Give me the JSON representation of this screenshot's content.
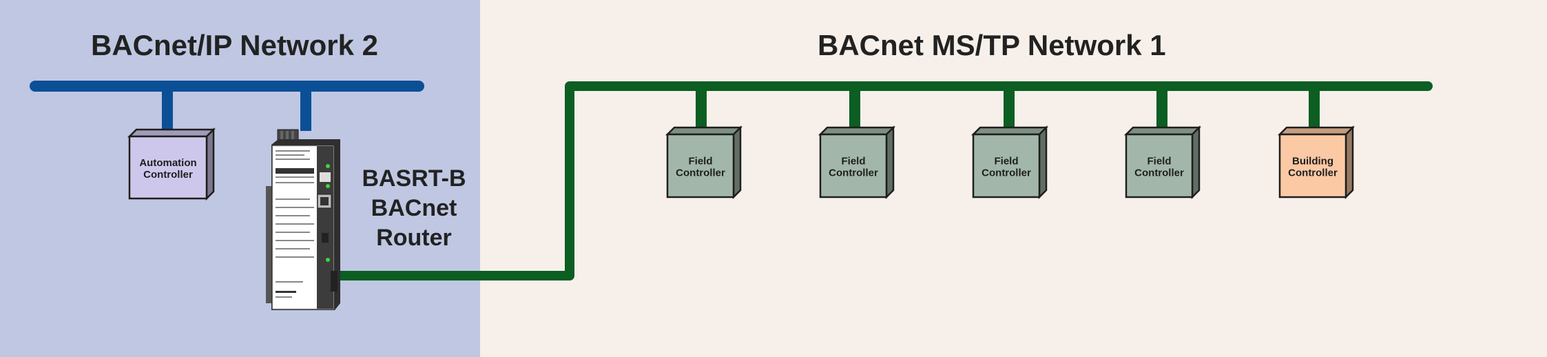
{
  "colors": {
    "ip_background": "#bfc7e2",
    "mstp_background": "#f7f0ea",
    "ip_bus": "#0b4f96",
    "mstp_bus": "#0c5e22",
    "automation_face": "#cdc8eb",
    "field_face": "#a2b7a9",
    "building_face": "#fbc9a4",
    "router_body": "#3a3a3a",
    "led": "#44d13c"
  },
  "networks": {
    "ip": {
      "title": "BACnet/IP Network 2"
    },
    "mstp": {
      "title": "BACnet MS/TP Network 1"
    }
  },
  "router": {
    "line1": "BASRT-B",
    "line2": "BACnet",
    "line3": "Router",
    "icon": "din-rail-router-icon"
  },
  "devices": [
    {
      "name": "automation-controller",
      "line1": "Automation",
      "line2": "Controller",
      "network": "ip"
    },
    {
      "name": "field-controller-1",
      "line1": "Field",
      "line2": "Controller",
      "network": "mstp"
    },
    {
      "name": "field-controller-2",
      "line1": "Field",
      "line2": "Controller",
      "network": "mstp"
    },
    {
      "name": "field-controller-3",
      "line1": "Field",
      "line2": "Controller",
      "network": "mstp"
    },
    {
      "name": "field-controller-4",
      "line1": "Field",
      "line2": "Controller",
      "network": "mstp"
    },
    {
      "name": "building-controller",
      "line1": "Building",
      "line2": "Controller",
      "network": "mstp"
    }
  ]
}
